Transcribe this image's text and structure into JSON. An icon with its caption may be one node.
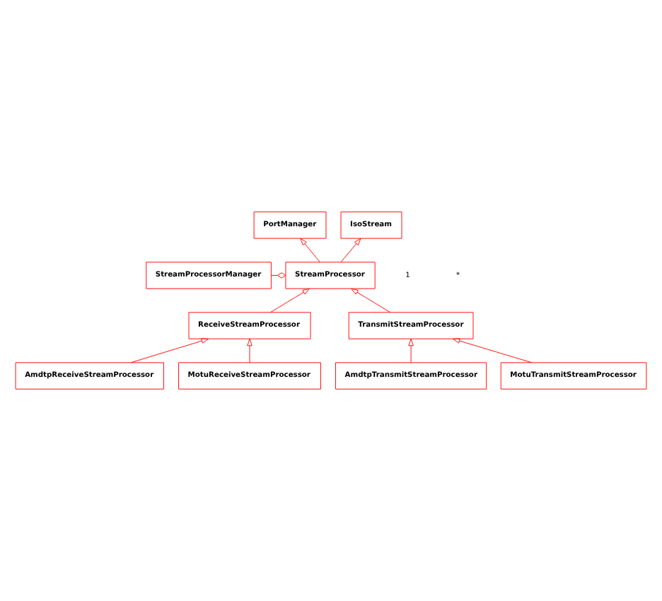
{
  "diagram": {
    "nodes": [
      {
        "text": [
          "PortManager"
        ]
      },
      {
        "text": [
          "IsoStream"
        ]
      },
      {
        "text": [
          "StreamProcessor"
        ]
      },
      {
        "text": [
          "StreamProcessorManager"
        ]
      },
      {
        "text": [
          "ReceiveStreamProcessor"
        ]
      },
      {
        "text": [
          "TransmitStreamProcessor"
        ]
      },
      {
        "text": [
          "AmdtpReceiveStreamProcessor"
        ]
      },
      {
        "text": [
          "AmdtpTransmitStreamProcessor"
        ]
      },
      {
        "text": [
          "MotuReceiveStreamProcessor"
        ]
      },
      {
        "text": [
          "MotuTransmitStreamProcessor"
        ]
      }
    ],
    "edges": [
      {
        "from": 2,
        "to": 0,
        "arrow": "to"
      },
      {
        "from": 2,
        "to": 1,
        "arrow": "to"
      },
      {
        "from": 3,
        "to": 2,
        "arrow": "other"
      },
      {
        "from": 4,
        "to": 2,
        "arrow": "to"
      },
      {
        "from": 5,
        "to": 2,
        "arrow": "to"
      },
      {
        "from": 6,
        "to": 4,
        "arrow": "to"
      },
      {
        "from": 8,
        "to": 4,
        "arrow": "to"
      },
      {
        "from": 9,
        "to": 5,
        "arrow": "to"
      },
      {
        "from": 7,
        "to": 5,
        "arrow": "to"
      }
    ],
    "labels": [
      "1",
      "*"
    ]
  }
}
